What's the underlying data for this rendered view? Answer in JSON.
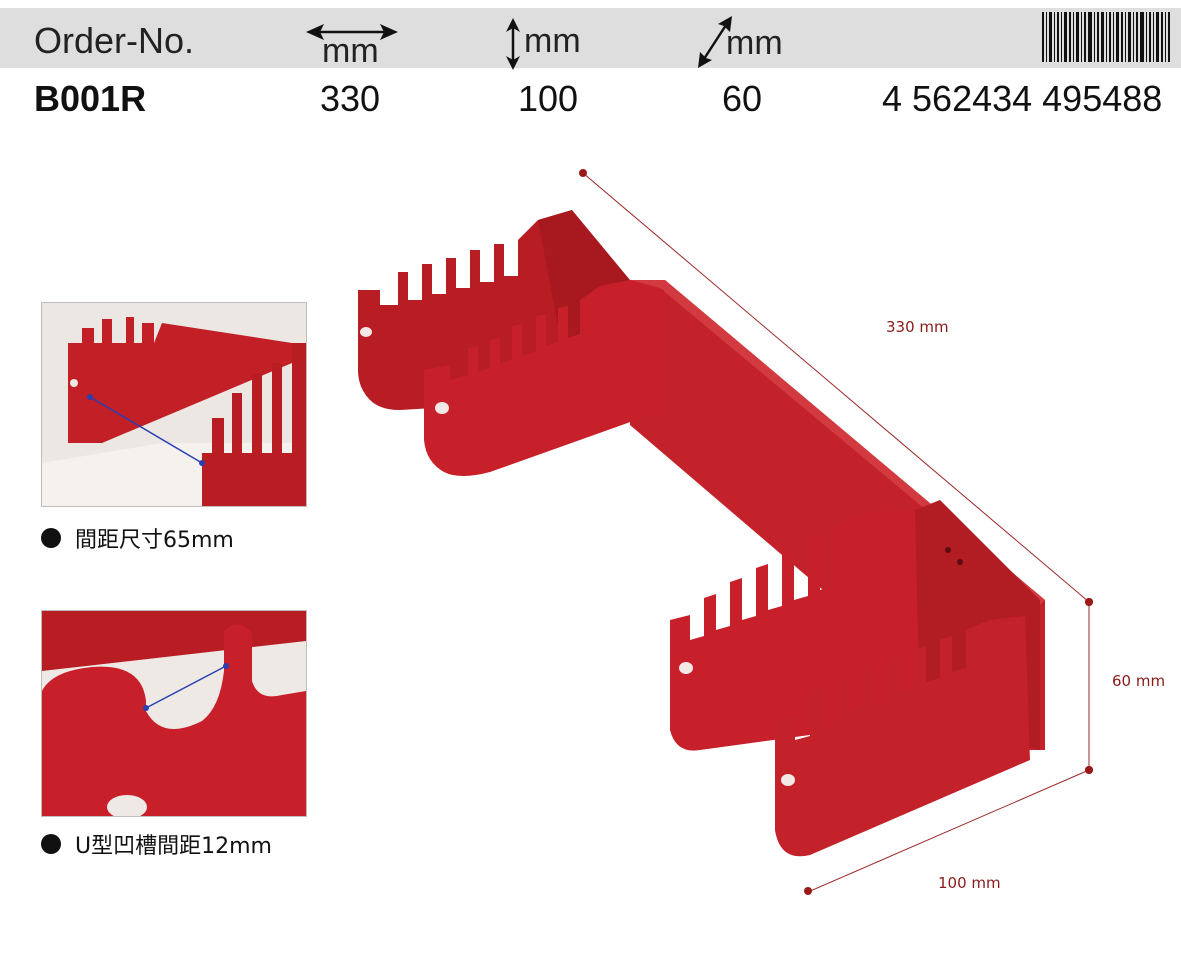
{
  "header": {
    "order_label": "Order-No.",
    "length_unit": "mm",
    "height_unit": "mm",
    "depth_unit": "mm",
    "length_icon": "horizontal-double-arrow-icon",
    "height_icon": "vertical-double-arrow-icon",
    "depth_icon": "diagonal-double-arrow-icon"
  },
  "product": {
    "order_no": "B001R",
    "length": "330",
    "height": "100",
    "depth": "60",
    "barcode_number": "4 562434 495488"
  },
  "dimensions": {
    "length_label": "330 mm",
    "height_label": "60 mm",
    "depth_label": "100 mm"
  },
  "details": [
    {
      "caption": "間距尺寸65mm"
    },
    {
      "caption": "U型凹槽間距12mm"
    }
  ],
  "colors": {
    "product_red": "#c8202a",
    "header_band": "#dedede",
    "dimension_line": "#9a2a2a",
    "measure_line": "#2a3fb0"
  }
}
